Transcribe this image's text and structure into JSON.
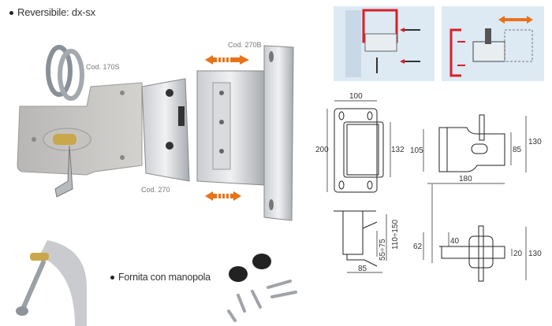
{
  "features": {
    "reversible": "Reversibile: dx-sx",
    "handle_supplied": "Fornita con manopola"
  },
  "product_codes": {
    "lock": "Cod. 170S",
    "bracket_adjustable": "Cod. 270B",
    "bracket": "Cod. 270"
  },
  "dimensions": {
    "front_view": {
      "width": "100",
      "height": "200",
      "inner_height": "132"
    },
    "side_view": {
      "left_height": "105",
      "right_height": "85",
      "overall_height": "130",
      "length": "180"
    },
    "top_view": {
      "depth": "85",
      "adjust_small": "55÷75",
      "adjust_large": "110÷150"
    },
    "end_view": {
      "h1": "62",
      "h2": "40",
      "h3": "20",
      "overall": "130"
    }
  },
  "colors": {
    "accent_arrow": "#e8731a",
    "install_red": "#d6202a",
    "panel_bg": "#dde9f3"
  }
}
